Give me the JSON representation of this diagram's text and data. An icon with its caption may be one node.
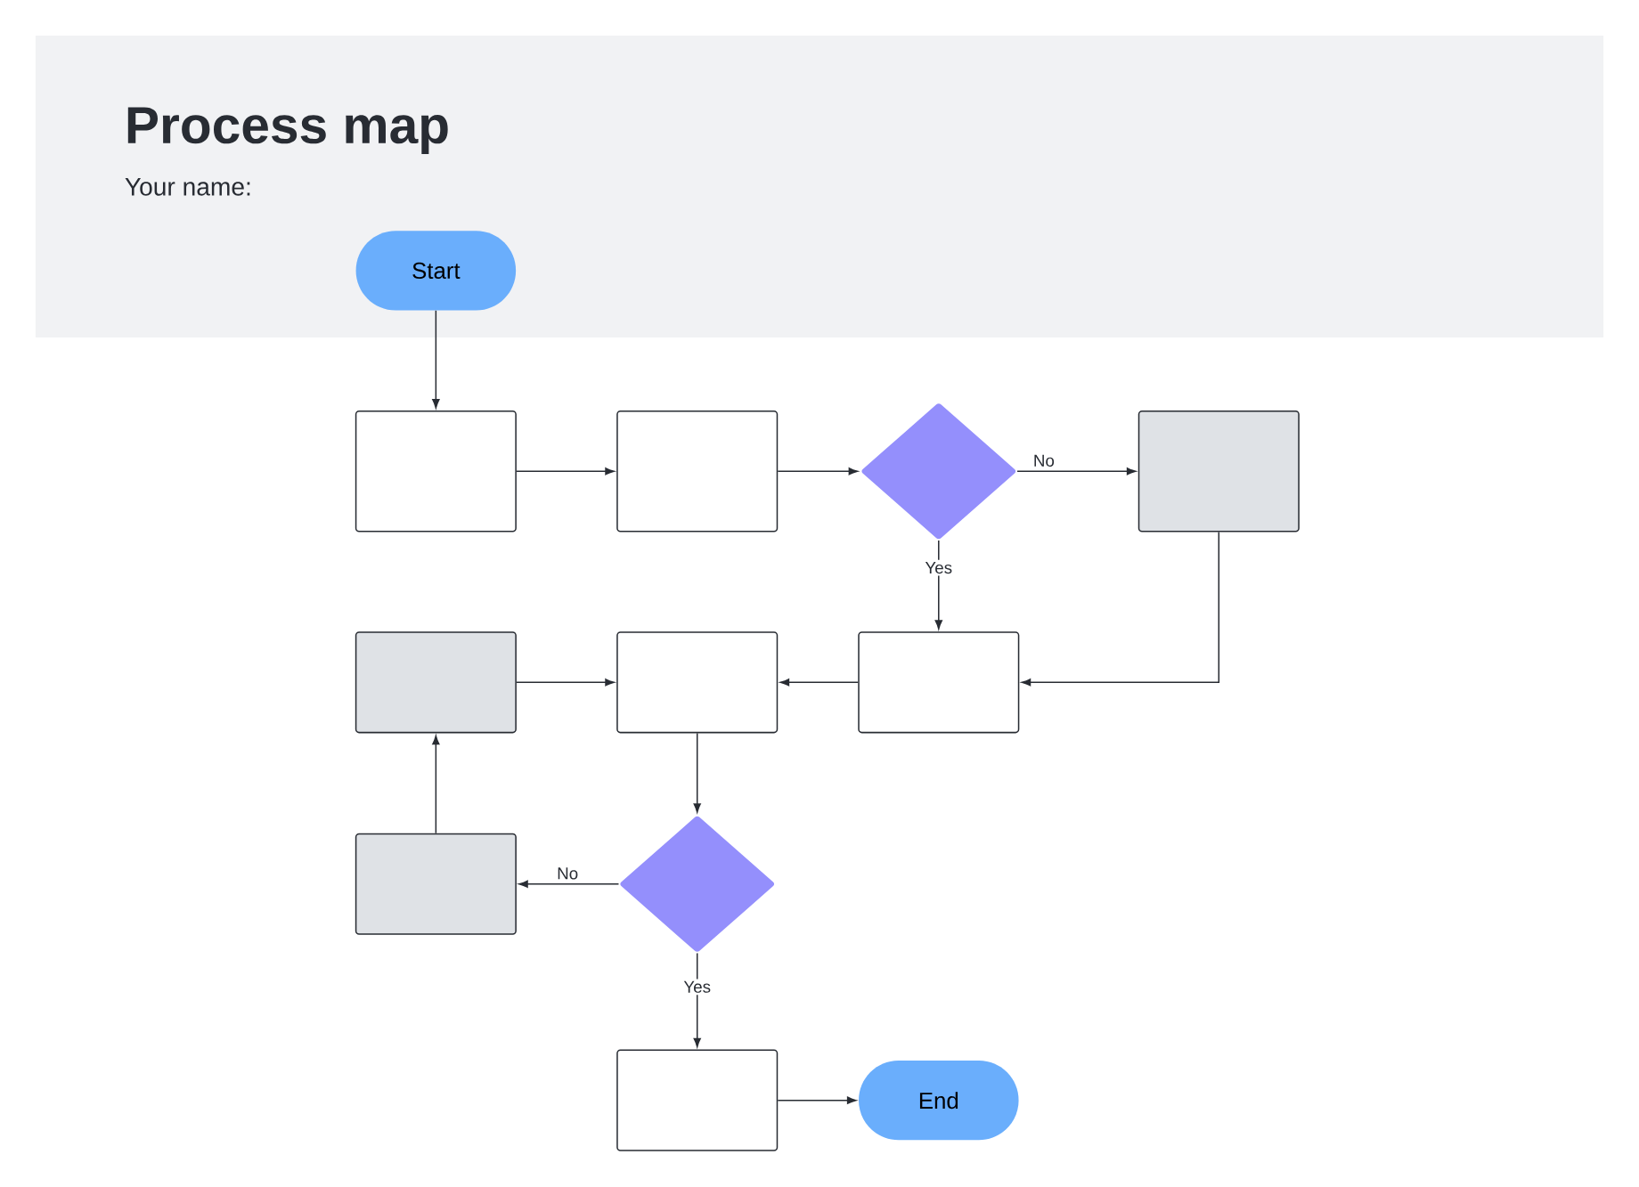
{
  "diagram": {
    "title": "Process map",
    "nodes": [
      {
        "text": [
          "Start"
        ]
      },
      {
        "text": [],
        "shape": "box"
      },
      {
        "text": [],
        "shape": "box"
      },
      {
        "text": [],
        "shape": "diamond"
      },
      {
        "text": [],
        "shape": "box"
      },
      {
        "text": [],
        "shape": "box"
      },
      {
        "text": [],
        "shape": "box"
      },
      {
        "text": [],
        "shape": "box"
      },
      {
        "text": [],
        "shape": "diamond"
      },
      {
        "text": [],
        "shape": "box"
      },
      {
        "text": [],
        "shape": "box"
      },
      {
        "text": [
          "End"
        ]
      }
    ],
    "edges": [
      {
        "from": 0,
        "to": 1,
        "arrow": "to"
      },
      {
        "from": 1,
        "to": 2,
        "arrow": "to"
      },
      {
        "from": 2,
        "to": 3,
        "arrow": "to"
      },
      {
        "from": 3,
        "to": 4,
        "arrow": "to",
        "label": "No"
      },
      {
        "from": 3,
        "to": 5,
        "arrow": "to",
        "label": "Yes"
      },
      {
        "from": 4,
        "to": 5,
        "arrow": "to"
      },
      {
        "from": 5,
        "to": 6,
        "arrow": "to"
      },
      {
        "from": 7,
        "to": 6,
        "arrow": "to"
      },
      {
        "from": 6,
        "to": 8,
        "arrow": "to"
      },
      {
        "from": 8,
        "to": 9,
        "arrow": "to",
        "label": "No"
      },
      {
        "from": 9,
        "to": 7,
        "arrow": "to"
      },
      {
        "from": 8,
        "to": 10,
        "arrow": "to",
        "label": "Yes"
      },
      {
        "from": 10,
        "to": 11,
        "arrow": "to"
      }
    ],
    "labels": [
      "Your name:"
    ]
  }
}
